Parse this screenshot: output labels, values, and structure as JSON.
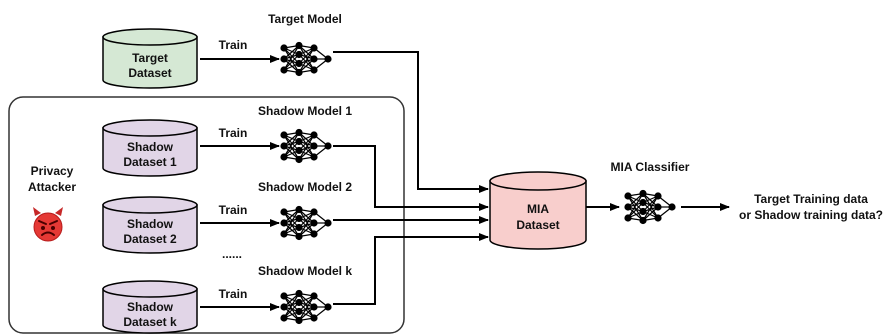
{
  "colors": {
    "target_fill": "#d5e8d4",
    "shadow_fill": "#e1d5e7",
    "mia_fill": "#f8cecc",
    "stroke": "#000000",
    "box_stroke": "#333333"
  },
  "labels": {
    "target_model": "Target Model",
    "train": "Train",
    "target_dataset": [
      "Target",
      "Dataset"
    ],
    "shadow_model_1": "Shadow Model 1",
    "shadow_model_2": "Shadow Model 2",
    "shadow_model_k": "Shadow Model k",
    "shadow_dataset_1": [
      "Shadow",
      "Dataset 1"
    ],
    "shadow_dataset_2": [
      "Shadow",
      "Dataset 2"
    ],
    "shadow_dataset_k": [
      "Shadow",
      "Dataset k"
    ],
    "ellipsis": "......",
    "privacy_attacker": [
      "Privacy",
      "Attacker"
    ],
    "attacker_icon": "angry-devil-emoji",
    "mia_dataset": [
      "MIA",
      "Dataset"
    ],
    "mia_classifier": "MIA Classifier",
    "output": [
      "Target Training data",
      "or Shadow training data?"
    ]
  }
}
